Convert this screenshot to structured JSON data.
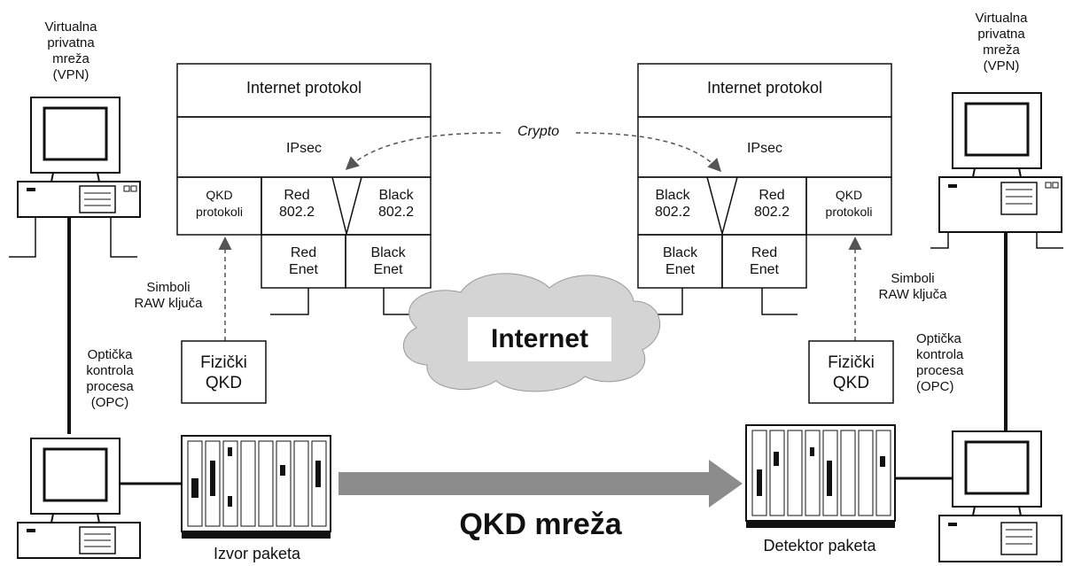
{
  "left_vpn_label": [
    "Virtualna",
    "privatna",
    "mreža",
    "(VPN)"
  ],
  "right_vpn_label": [
    "Virtualna",
    "privatna",
    "mreža",
    "(VPN)"
  ],
  "left_opc_label": [
    "Optička",
    "kontrola",
    "procesa",
    "(OPC)"
  ],
  "right_opc_label": [
    "Optička",
    "kontrola",
    "procesa",
    "(OPC)"
  ],
  "left_stack": {
    "internet_protocol": "Internet protokol",
    "ipsec": "IPsec",
    "qkd_protocols": [
      "QKD",
      "protokoli"
    ],
    "red_8022": [
      "Red",
      "802.2"
    ],
    "black_8022": [
      "Black",
      "802.2"
    ],
    "red_enet": [
      "Red",
      "Enet"
    ],
    "black_enet": [
      "Black",
      "Enet"
    ]
  },
  "right_stack": {
    "internet_protocol": "Internet protokol",
    "ipsec": "IPsec",
    "qkd_protocols": [
      "QKD",
      "protokoli"
    ],
    "red_8022": [
      "Red",
      "802.2"
    ],
    "black_8022": [
      "Black",
      "802.2"
    ],
    "red_enet": [
      "Red",
      "Enet"
    ],
    "black_enet": [
      "Black",
      "Enet"
    ]
  },
  "crypto_label": "Crypto",
  "left_raw_key_label": [
    "Simboli",
    "RAW ključa"
  ],
  "right_raw_key_label": [
    "Simboli",
    "RAW ključa"
  ],
  "left_physical_qkd": [
    "Fizički",
    "QKD"
  ],
  "right_physical_qkd": [
    "Fizički",
    "QKD"
  ],
  "internet_label": "Internet",
  "qkd_network_label": "QKD mreža",
  "packet_source_label": "Izvor paketa",
  "packet_detector_label": "Detektor paketa",
  "colors": {
    "arrow": "#8c8c8c",
    "cloud": "#d4d4d4",
    "line": "#111111"
  }
}
